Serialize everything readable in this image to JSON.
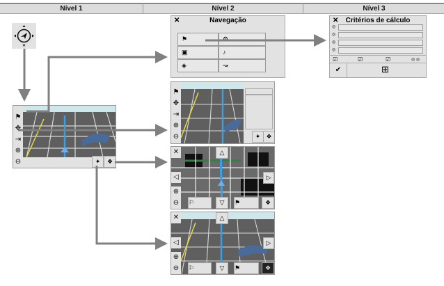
{
  "header": {
    "levels": [
      "Nível 1",
      "Nível 2",
      "Nível 3"
    ]
  },
  "level1": {
    "nav_icon": "navigation-compass-icon"
  },
  "navegacao": {
    "title": "Navegação",
    "close": "✕",
    "buttons": [
      {
        "icon": "destination-flag-icon"
      },
      {
        "icon": "route-criteria-icon"
      },
      {
        "icon": "memory-icon"
      },
      {
        "icon": "voice-guidance-icon"
      },
      {
        "icon": "poi-icon"
      },
      {
        "icon": "route-icon"
      }
    ]
  },
  "criterios": {
    "title": "Critérios de cálculo",
    "close": "✕",
    "confirm": "✔"
  },
  "colors": {
    "route": "#3aa0e6",
    "arrow": "#808080",
    "panel": "#e2e2e2"
  }
}
